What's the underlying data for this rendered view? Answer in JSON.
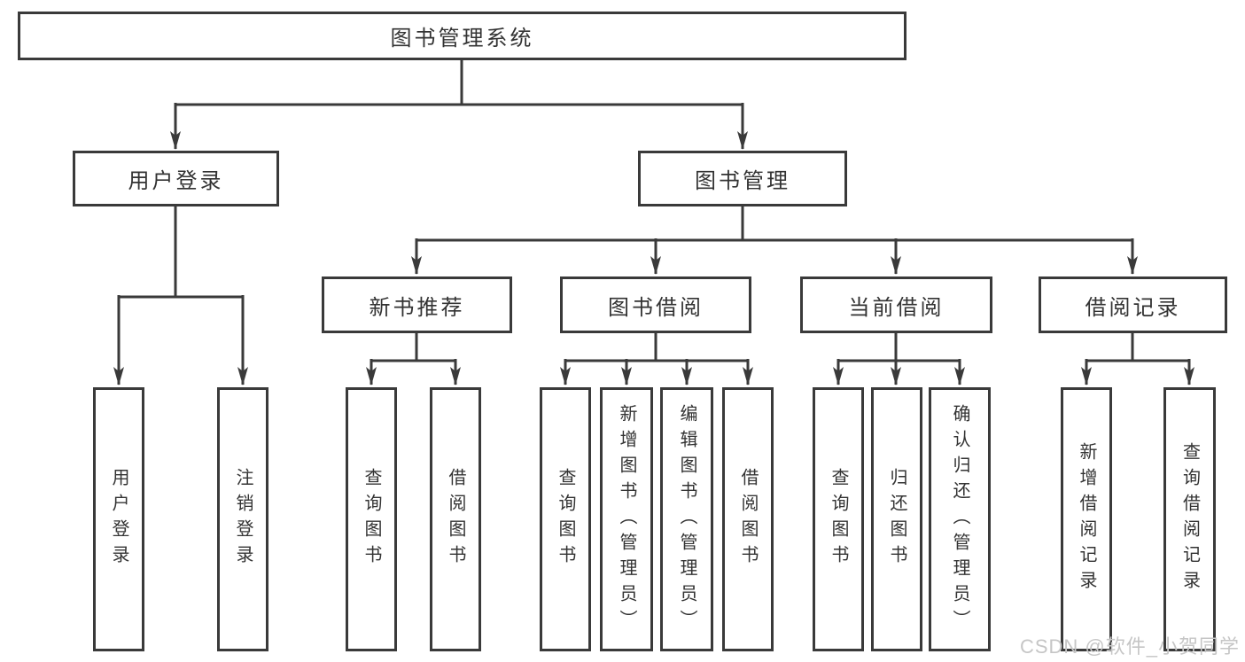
{
  "diagram": {
    "title": "图书管理系统",
    "watermark": "CSDN @软件_小贺同学",
    "colors": {
      "line": "#3a3a3a",
      "border": "#3a3a3a",
      "text": "#333333",
      "background": "#ffffff",
      "watermark": "#c6c6c6"
    },
    "nodes": {
      "root": {
        "label": "图书管理系统"
      },
      "level2": {
        "user_login": {
          "label": "用户登录"
        },
        "book_management": {
          "label": "图书管理"
        }
      },
      "level3": {
        "new_book_recommend": {
          "label": "新书推荐"
        },
        "book_borrowing": {
          "label": "图书借阅"
        },
        "current_borrowing": {
          "label": "当前借阅"
        },
        "borrowing_records": {
          "label": "借阅记录"
        }
      },
      "leaves": {
        "user_login": {
          "label": "用户登录"
        },
        "logout_login": {
          "label": "注销登录"
        },
        "query_books_recommend": {
          "label": "查询图书"
        },
        "borrow_books_recommend": {
          "label": "借阅图书"
        },
        "query_books_borrowing": {
          "label": "查询图书"
        },
        "add_books_admin": {
          "label": "新增图书（管理员）"
        },
        "edit_books_admin": {
          "label": "编辑图书（管理员）"
        },
        "borrow_books_borrowing": {
          "label": "借阅图书"
        },
        "query_books_current": {
          "label": "查询图书"
        },
        "return_books": {
          "label": "归还图书"
        },
        "confirm_return_admin": {
          "label": "确认归还（管理员）"
        },
        "add_borrow_record": {
          "label": "新增借阅记录"
        },
        "query_borrow_record": {
          "label": "查询借阅记录"
        }
      }
    }
  }
}
